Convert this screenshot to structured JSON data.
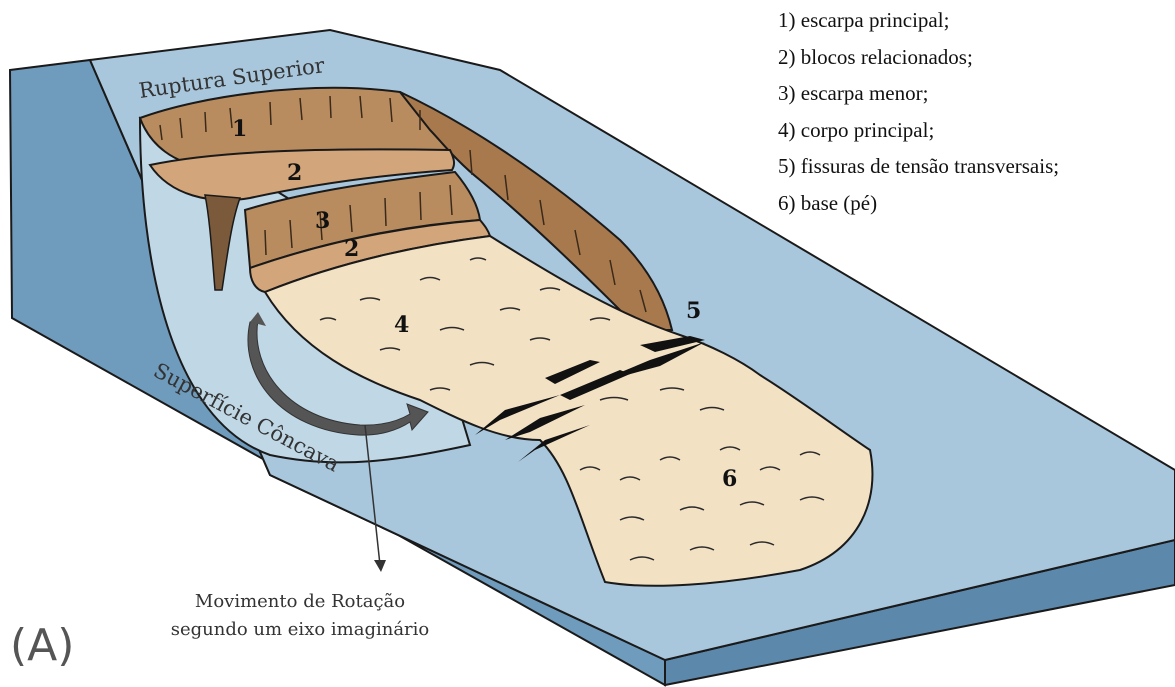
{
  "diagram": {
    "labels": {
      "rupture": "Ruptura Superior",
      "surface": "Superfície Côncava",
      "n1": "1",
      "n2a": "2",
      "n3": "3",
      "n2b": "2",
      "n4": "4",
      "n5": "5",
      "n6": "6"
    },
    "legend": [
      "1) escarpa principal;",
      "2) blocos relacionados;",
      "3) escarpa menor;",
      "4) corpo principal;",
      "5) fissuras de tensão transversais;",
      "6) base (pé)"
    ],
    "caption": {
      "line1": "Movimento de Rotação",
      "line2": "segundo um eixo imaginário"
    },
    "panel_label": "(A)",
    "colors": {
      "slope_top": "#a9c7dc",
      "slope_side": "#6f9bbd",
      "scarp": "#b98c60",
      "block": "#d2a57a",
      "body": "#f3e1c4",
      "outline": "#1a1a1a"
    }
  }
}
